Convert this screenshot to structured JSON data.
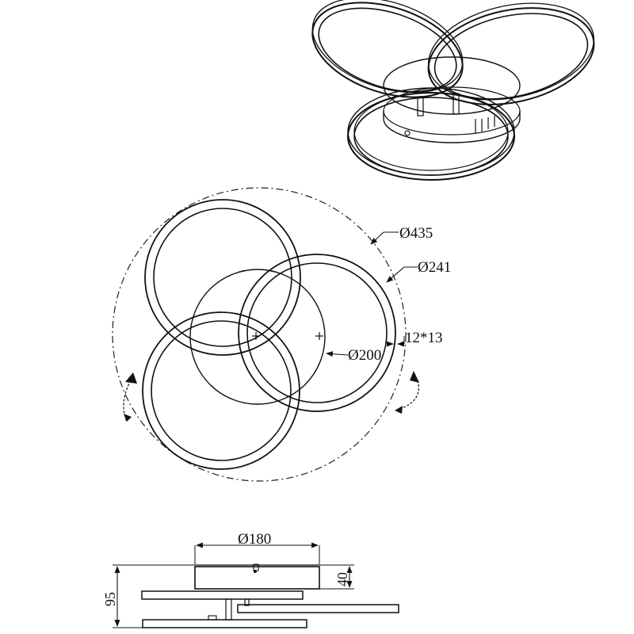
{
  "dimensions": {
    "outer_diameter": "Ø435",
    "ring_diameter": "Ø241",
    "base_diameter_plan": "Ø200",
    "ring_section": "12*13",
    "base_diameter_side": "Ø180",
    "base_height": "40",
    "total_height": "95"
  }
}
